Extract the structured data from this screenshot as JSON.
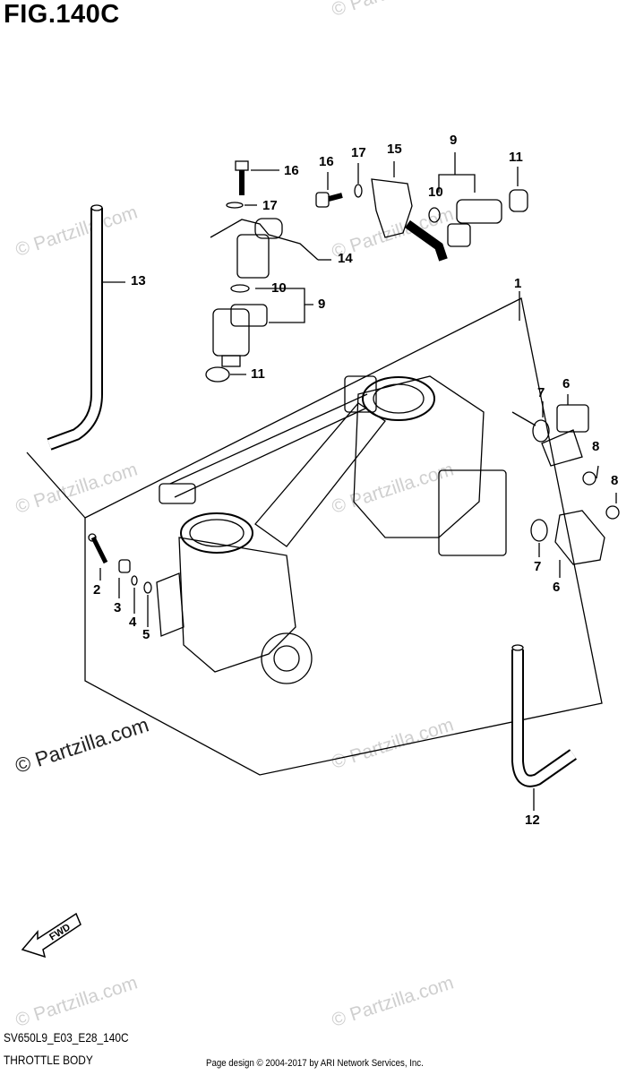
{
  "figure": {
    "title": "FIG.140C",
    "code": "SV650L9_E03_E28_140C",
    "name": "THROTTLE BODY"
  },
  "credit": "Page design © 2004-2017 by ARI Network Services, Inc.",
  "watermark": "© Partzilla.com",
  "direction_arrow": "FWD",
  "callouts": [
    {
      "id": "c1",
      "label": "1"
    },
    {
      "id": "c2",
      "label": "2"
    },
    {
      "id": "c3",
      "label": "3"
    },
    {
      "id": "c4",
      "label": "4"
    },
    {
      "id": "c5",
      "label": "5"
    },
    {
      "id": "c6a",
      "label": "6"
    },
    {
      "id": "c6b",
      "label": "6"
    },
    {
      "id": "c7a",
      "label": "7"
    },
    {
      "id": "c7b",
      "label": "7"
    },
    {
      "id": "c8a",
      "label": "8"
    },
    {
      "id": "c8b",
      "label": "8"
    },
    {
      "id": "c9a",
      "label": "9"
    },
    {
      "id": "c9b",
      "label": "9"
    },
    {
      "id": "c10a",
      "label": "10"
    },
    {
      "id": "c10b",
      "label": "10"
    },
    {
      "id": "c11a",
      "label": "11"
    },
    {
      "id": "c11b",
      "label": "11"
    },
    {
      "id": "c12",
      "label": "12"
    },
    {
      "id": "c13",
      "label": "13"
    },
    {
      "id": "c14",
      "label": "14"
    },
    {
      "id": "c15",
      "label": "15"
    },
    {
      "id": "c16a",
      "label": "16"
    },
    {
      "id": "c16b",
      "label": "16"
    },
    {
      "id": "c17a",
      "label": "17"
    },
    {
      "id": "c17b",
      "label": "17"
    }
  ]
}
